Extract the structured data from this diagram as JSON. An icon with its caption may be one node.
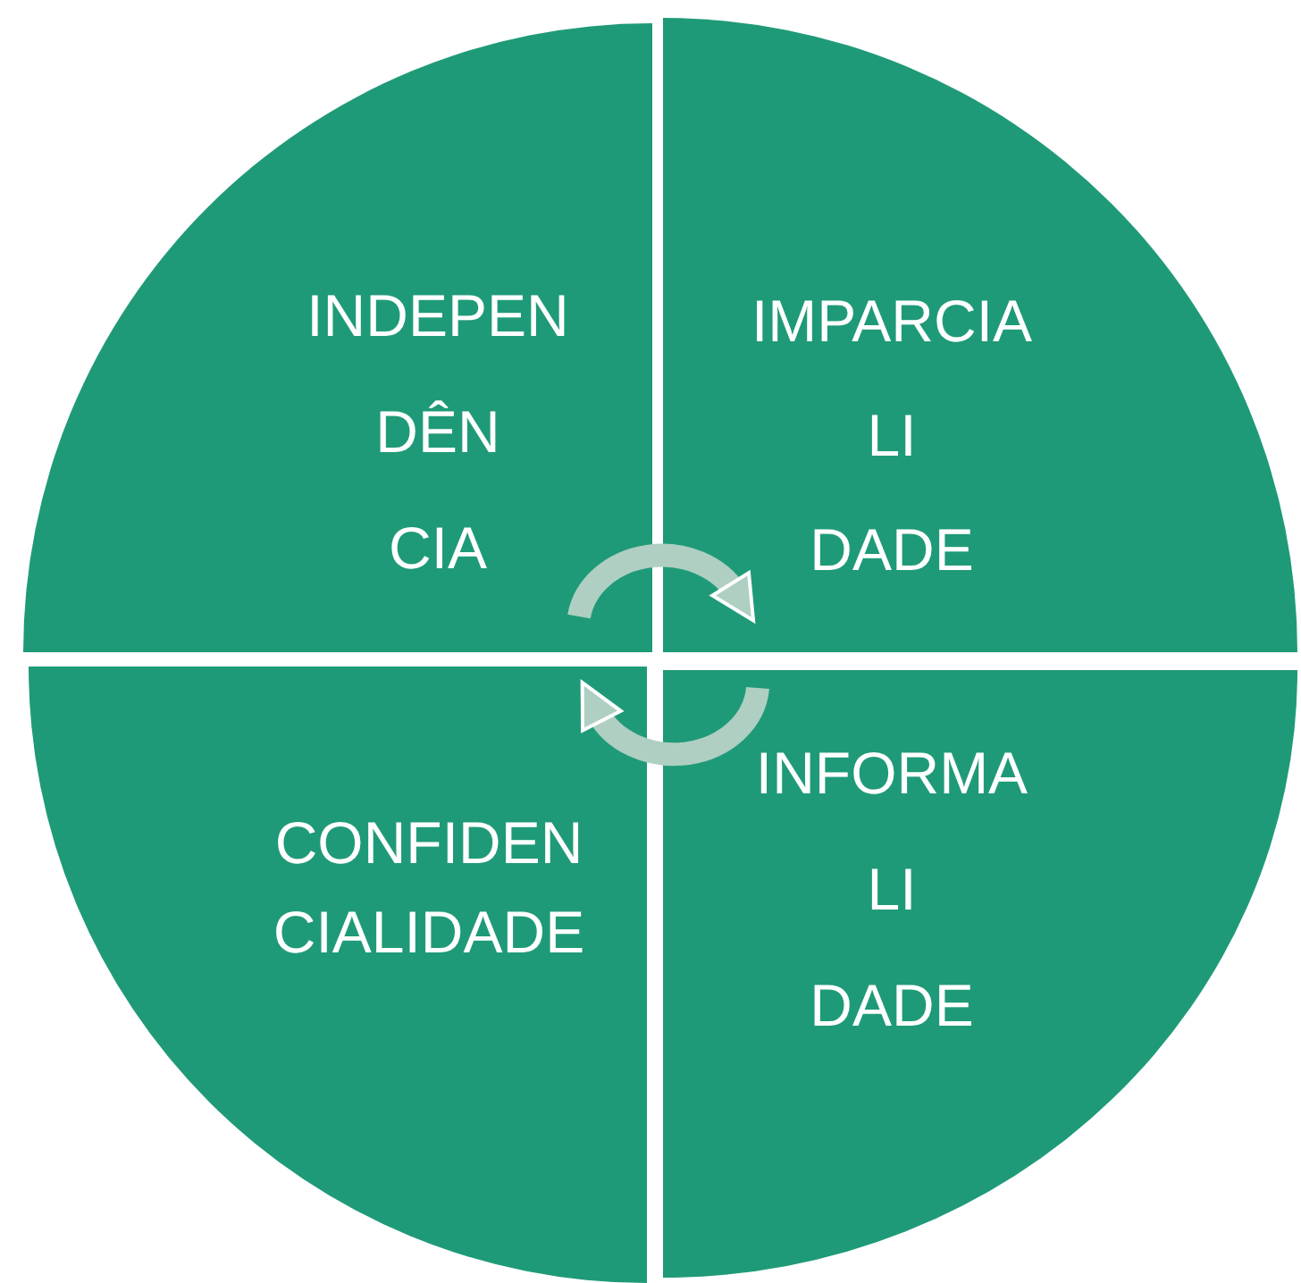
{
  "diagram": {
    "nodes": [
      {
        "text": [
          "INDEPEN DÊN CIA"
        ]
      },
      {
        "text": [
          "IMPARCIA LI DADE"
        ]
      },
      {
        "text": [
          "CONFIDEN CIALIDADE"
        ]
      },
      {
        "text": [
          "INFORMA LI DADE"
        ]
      }
    ],
    "edges": [
      {
        "from": 0,
        "to": 1,
        "arrow": "to"
      },
      {
        "from": 3,
        "to": 2,
        "arrow": "to"
      }
    ]
  }
}
